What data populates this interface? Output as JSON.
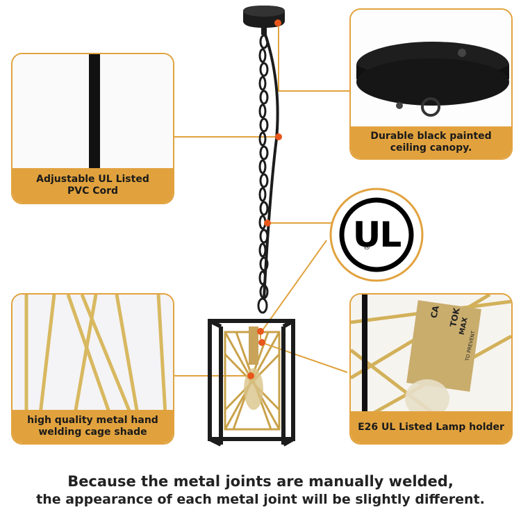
{
  "callouts": {
    "cord": {
      "line1": "Adjustable UL Listed",
      "line2": "PVC Cord"
    },
    "canopy": {
      "line1": "Durable black painted",
      "line2": "ceiling canopy."
    },
    "shade": {
      "line1": "high quality metal hand",
      "line2": "welding cage shade"
    },
    "holder": {
      "line1": "E26 UL Listed Lamp holder"
    }
  },
  "ul_badge": {
    "letters": "UL",
    "registered": "®"
  },
  "lamp_label": {
    "brand": "CA",
    "model": "TOK",
    "text1": "MAX",
    "text2": "TO PREVENT"
  },
  "footer": {
    "line1": "Because the metal joints are manually welded,",
    "line2": "the appearance of each metal joint will be slightly different."
  },
  "colors": {
    "accent": "#e1a23e",
    "dot": "#e8561b",
    "metal": "#1c1c1c",
    "gold": "#c9a24a"
  },
  "icons": [
    "ul-certification-icon"
  ]
}
